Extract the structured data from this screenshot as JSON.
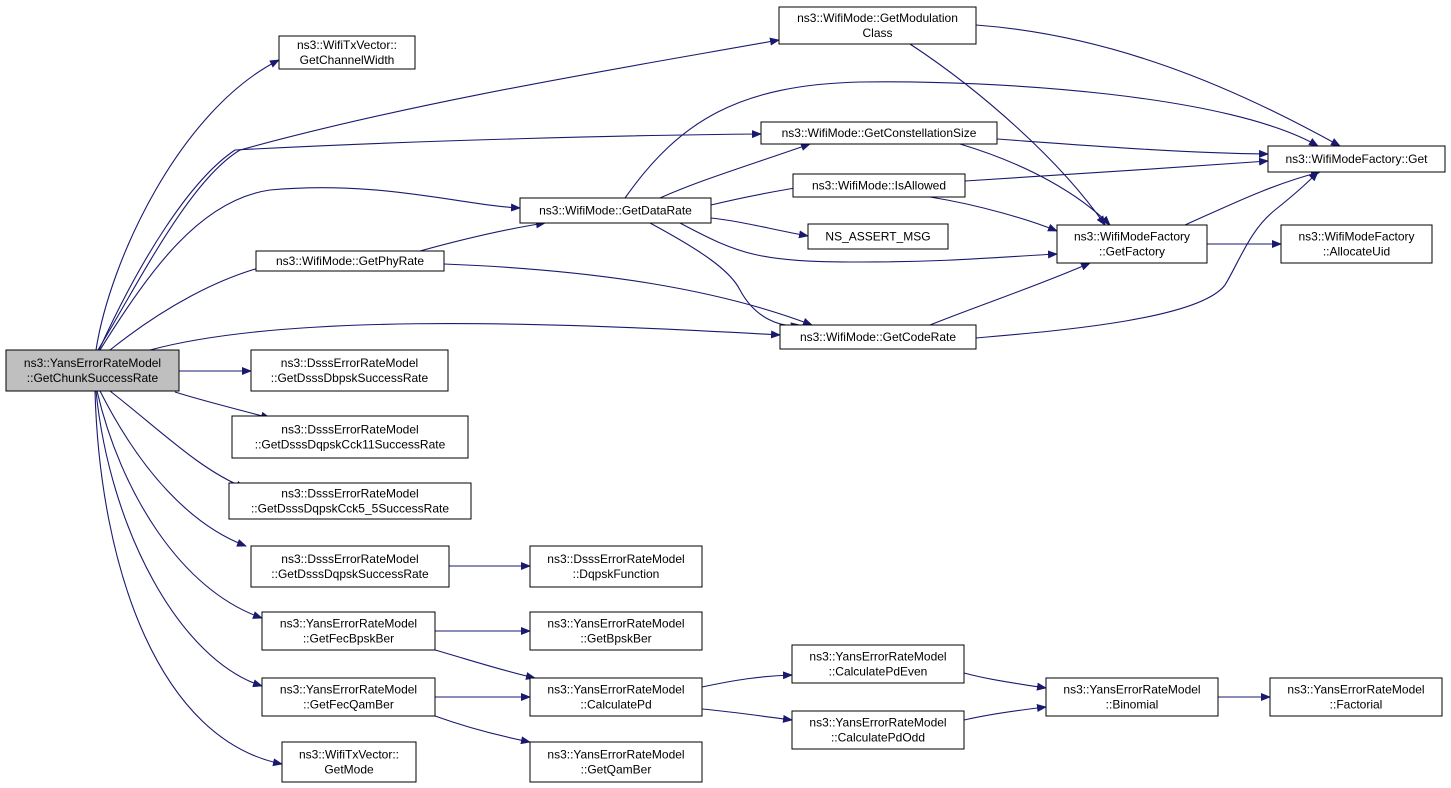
{
  "diagram": {
    "colors": {
      "edge": "#191970",
      "root_fill": "#bfbfbf",
      "node_fill": "#ffffff",
      "border": "#000000"
    },
    "nodes": [
      {
        "id": "root",
        "lines": [
          "ns3::YansErrorRateModel",
          "::GetChunkSuccessRate"
        ],
        "root": true
      },
      {
        "id": "txGetChannelWidth",
        "lines": [
          "ns3::WifiTxVector::",
          "GetChannelWidth"
        ]
      },
      {
        "id": "getModulationClass",
        "lines": [
          "ns3::WifiMode::GetModulation",
          "Class"
        ]
      },
      {
        "id": "getConstellationSize",
        "lines": [
          "ns3::WifiMode::GetConstellationSize"
        ]
      },
      {
        "id": "factoryGet",
        "lines": [
          "ns3::WifiModeFactory::Get"
        ]
      },
      {
        "id": "isAllowed",
        "lines": [
          "ns3::WifiMode::IsAllowed"
        ]
      },
      {
        "id": "getDataRate",
        "lines": [
          "ns3::WifiMode::GetDataRate"
        ]
      },
      {
        "id": "nsAssertMsg",
        "lines": [
          "NS_ASSERT_MSG"
        ]
      },
      {
        "id": "getFactory",
        "lines": [
          "ns3::WifiModeFactory",
          "::GetFactory"
        ]
      },
      {
        "id": "allocateUid",
        "lines": [
          "ns3::WifiModeFactory",
          "::AllocateUid"
        ]
      },
      {
        "id": "getPhyRate",
        "lines": [
          "ns3::WifiMode::GetPhyRate"
        ]
      },
      {
        "id": "getCodeRate",
        "lines": [
          "ns3::WifiMode::GetCodeRate"
        ]
      },
      {
        "id": "dbpsk",
        "lines": [
          "ns3::DsssErrorRateModel",
          "::GetDsssDbpskSuccessRate"
        ]
      },
      {
        "id": "dqpskCck11",
        "lines": [
          "ns3::DsssErrorRateModel",
          "::GetDsssDqpskCck11SuccessRate"
        ]
      },
      {
        "id": "dqpskCck55",
        "lines": [
          "ns3::DsssErrorRateModel",
          "::GetDsssDqpskCck5_5SuccessRate"
        ]
      },
      {
        "id": "dqpsk",
        "lines": [
          "ns3::DsssErrorRateModel",
          "::GetDsssDqpskSuccessRate"
        ]
      },
      {
        "id": "dqpskFunction",
        "lines": [
          "ns3::DsssErrorRateModel",
          "::DqpskFunction"
        ]
      },
      {
        "id": "fecBpskBer",
        "lines": [
          "ns3::YansErrorRateModel",
          "::GetFecBpskBer"
        ]
      },
      {
        "id": "bpskBer",
        "lines": [
          "ns3::YansErrorRateModel",
          "::GetBpskBer"
        ]
      },
      {
        "id": "fecQamBer",
        "lines": [
          "ns3::YansErrorRateModel",
          "::GetFecQamBer"
        ]
      },
      {
        "id": "calculatePd",
        "lines": [
          "ns3::YansErrorRateModel",
          "::CalculatePd"
        ]
      },
      {
        "id": "calculatePdEven",
        "lines": [
          "ns3::YansErrorRateModel",
          "::CalculatePdEven"
        ]
      },
      {
        "id": "calculatePdOdd",
        "lines": [
          "ns3::YansErrorRateModel",
          "::CalculatePdOdd"
        ]
      },
      {
        "id": "binomial",
        "lines": [
          "ns3::YansErrorRateModel",
          "::Binomial"
        ]
      },
      {
        "id": "factorial",
        "lines": [
          "ns3::YansErrorRateModel",
          "::Factorial"
        ]
      },
      {
        "id": "txGetMode",
        "lines": [
          "ns3::WifiTxVector::",
          "GetMode"
        ]
      },
      {
        "id": "qamBer",
        "lines": [
          "ns3::YansErrorRateModel",
          "::GetQamBer"
        ]
      }
    ],
    "edges": [
      {
        "from": "root",
        "to": "txGetChannelWidth"
      },
      {
        "from": "root",
        "to": "getModulationClass"
      },
      {
        "from": "root",
        "to": "getConstellationSize"
      },
      {
        "from": "root",
        "to": "getDataRate"
      },
      {
        "from": "root",
        "to": "getPhyRate"
      },
      {
        "from": "root",
        "to": "getCodeRate"
      },
      {
        "from": "root",
        "to": "dbpsk"
      },
      {
        "from": "root",
        "to": "dqpskCck11"
      },
      {
        "from": "root",
        "to": "dqpskCck55"
      },
      {
        "from": "root",
        "to": "dqpsk"
      },
      {
        "from": "root",
        "to": "fecBpskBer"
      },
      {
        "from": "root",
        "to": "fecQamBer"
      },
      {
        "from": "root",
        "to": "txGetMode"
      },
      {
        "from": "getModulationClass",
        "to": "factoryGet"
      },
      {
        "from": "getModulationClass",
        "to": "getFactory"
      },
      {
        "from": "getConstellationSize",
        "to": "factoryGet"
      },
      {
        "from": "getConstellationSize",
        "to": "getFactory"
      },
      {
        "from": "getDataRate",
        "to": "factoryGet"
      },
      {
        "from": "getDataRate",
        "to": "getConstellationSize"
      },
      {
        "from": "getDataRate",
        "to": "isAllowed"
      },
      {
        "from": "getDataRate",
        "to": "nsAssertMsg"
      },
      {
        "from": "getDataRate",
        "to": "getFactory"
      },
      {
        "from": "getDataRate",
        "to": "getCodeRate"
      },
      {
        "from": "isAllowed",
        "to": "factoryGet"
      },
      {
        "from": "isAllowed",
        "to": "getFactory"
      },
      {
        "from": "getFactory",
        "to": "factoryGet"
      },
      {
        "from": "getFactory",
        "to": "allocateUid"
      },
      {
        "from": "getPhyRate",
        "to": "getDataRate"
      },
      {
        "from": "getPhyRate",
        "to": "getCodeRate"
      },
      {
        "from": "getCodeRate",
        "to": "getFactory"
      },
      {
        "from": "getCodeRate",
        "to": "factoryGet"
      },
      {
        "from": "dqpsk",
        "to": "dqpskFunction"
      },
      {
        "from": "fecBpskBer",
        "to": "bpskBer"
      },
      {
        "from": "fecBpskBer",
        "to": "calculatePd"
      },
      {
        "from": "fecQamBer",
        "to": "calculatePd"
      },
      {
        "from": "fecQamBer",
        "to": "qamBer"
      },
      {
        "from": "calculatePd",
        "to": "calculatePdEven"
      },
      {
        "from": "calculatePd",
        "to": "calculatePdOdd"
      },
      {
        "from": "calculatePdEven",
        "to": "binomial"
      },
      {
        "from": "calculatePdOdd",
        "to": "binomial"
      },
      {
        "from": "binomial",
        "to": "factorial"
      }
    ]
  }
}
